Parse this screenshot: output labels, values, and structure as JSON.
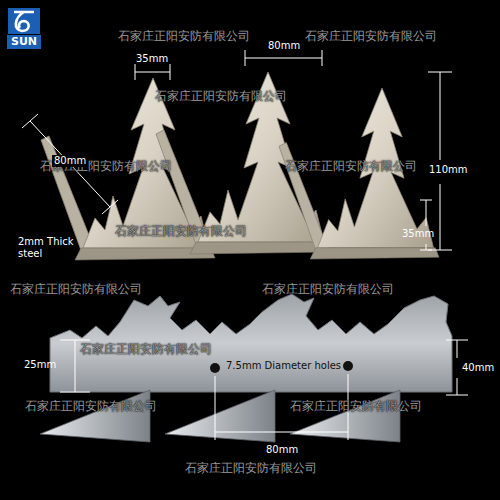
{
  "diagram": {
    "labels": [
      "SUN",
      "石家庄正阳安防有限公司",
      "石家庄正阳安防有限公司",
      "石家庄正阳安防有限公司",
      "石家庄正阳安防有限公司",
      "石家庄正阳安防有限公司",
      "石家庄正阳安防有限公司",
      "石家庄正阳安防有限公司",
      "石家庄正阳安防有限公司",
      "石家庄正阳安防有限公司",
      "石家庄正阳安防有限公司",
      "石家庄正阳安防有限公司",
      "石家庄正阳安防有限公司",
      "35mm",
      "80mm",
      "80mm",
      "110mm",
      "35mm",
      "2mm Thick steel",
      "25mm",
      "7.5mm Diameter holes",
      "40mm",
      "80mm"
    ]
  }
}
